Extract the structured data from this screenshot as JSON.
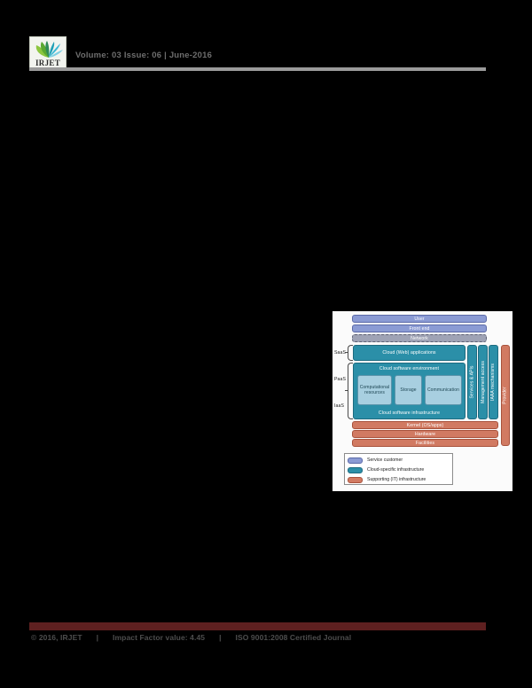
{
  "header": {
    "logo_text": "IRJET",
    "logo_icon": "leaf-fan-icon",
    "title": "Volume: 03 Issue: 06 | June-2016"
  },
  "footer": {
    "copyright": "© 2016, IRJET",
    "separator": "|",
    "impact_factor": "Impact Factor value: 4.45",
    "certification": "ISO 9001:2008 Certified Journal"
  },
  "figure": {
    "service_levels": [
      {
        "id": "saas",
        "label": "SaaS"
      },
      {
        "id": "paas",
        "label": "PaaS"
      },
      {
        "id": "iaas",
        "label": "IaaS"
      }
    ],
    "customer_rows": [
      {
        "id": "user",
        "label": "User",
        "type": "customer"
      },
      {
        "id": "front-end",
        "label": "Front  end",
        "type": "customer"
      },
      {
        "id": "network",
        "label": "Network",
        "type": "network"
      }
    ],
    "cloud_rows": [
      {
        "id": "cloud-web-applications",
        "label": "Cloud (Web) applications"
      },
      {
        "id": "cloud-software-environment",
        "label": "Cloud software environment"
      },
      {
        "id": "cloud-software-infrastructure",
        "label": "Cloud software infrastructure"
      }
    ],
    "infrastructure_components": [
      {
        "id": "computational-resources",
        "label": "Computational resources"
      },
      {
        "id": "storage",
        "label": "Storage"
      },
      {
        "id": "communication",
        "label": "Communication"
      }
    ],
    "vertical_columns": [
      {
        "id": "services-apis",
        "label": "Services & APIs",
        "type": "cloud"
      },
      {
        "id": "management-access",
        "label": "Management access",
        "type": "cloud"
      },
      {
        "id": "iaaa-mechanisms",
        "label": "IAAA mechanisms",
        "type": "cloud"
      }
    ],
    "provider_column": {
      "id": "provider",
      "label": "Provider",
      "type": "support"
    },
    "support_rows": [
      {
        "id": "kernel",
        "label": "Kernel (OS/apps)"
      },
      {
        "id": "hardware",
        "label": "Hardware"
      },
      {
        "id": "facilities",
        "label": "Facilities"
      }
    ],
    "legend": [
      {
        "id": "service-customer",
        "label": "Service customer",
        "type": "customer"
      },
      {
        "id": "cloud-specific-infrastructure",
        "label": "Cloud-specific infrastructure",
        "type": "cloud"
      },
      {
        "id": "supporting-it-infrastructure",
        "label": "Supporting (IT) infrastructure",
        "type": "support"
      }
    ]
  },
  "colors": {
    "customer": "#8b9bd4",
    "network": "#9fa3b5",
    "cloud": "#2b8fa8",
    "cloud_inner": "#a8cfe0",
    "support": "#d17a62",
    "footer_bar": "#5e2020",
    "header_rule": "#9b9b9b",
    "page_background": "#000000"
  }
}
